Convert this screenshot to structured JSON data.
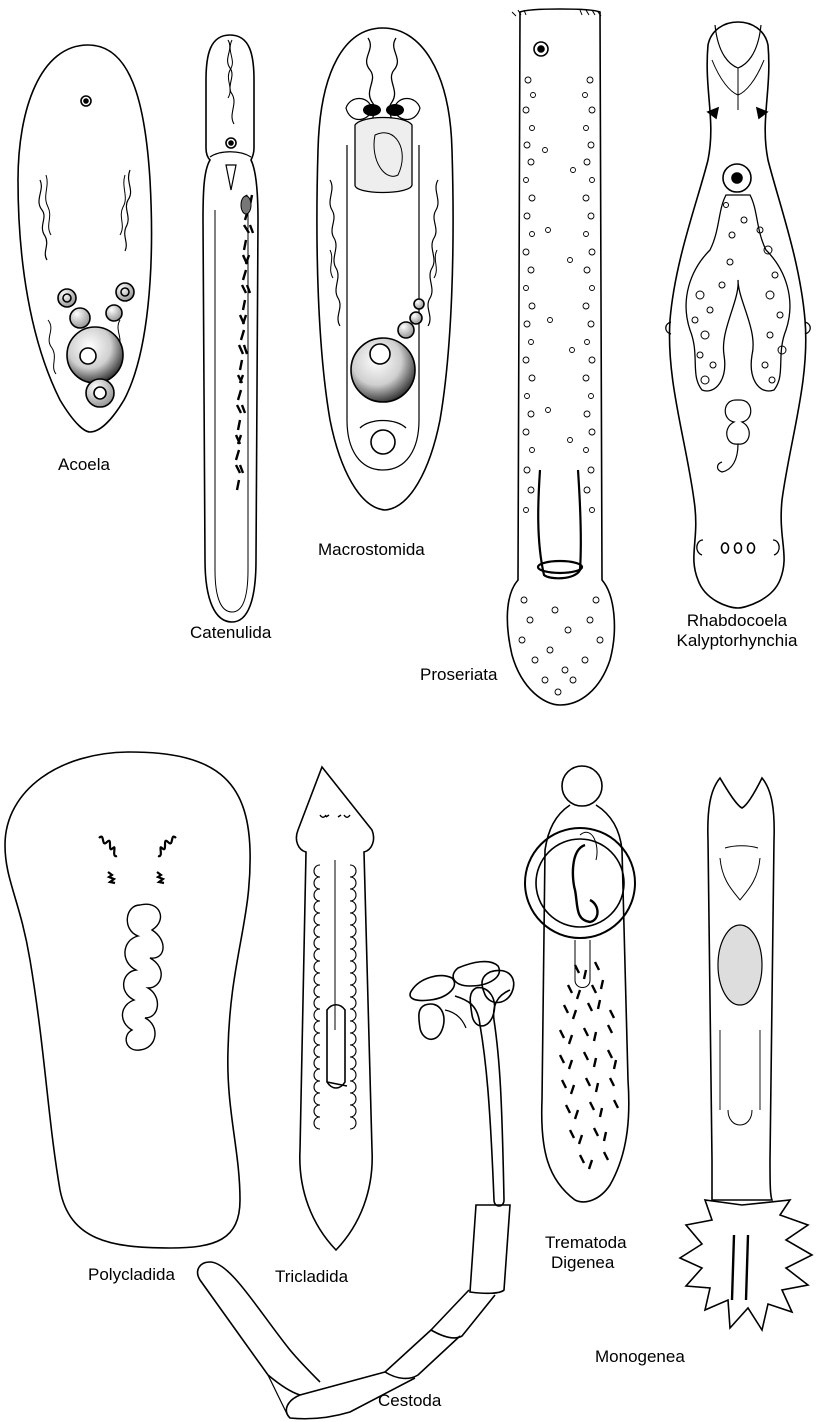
{
  "organisms": {
    "acoela": "Acoela",
    "catenulida": "Catenulida",
    "macrostomida": "Macrostomida",
    "proseriata": "Proseriata",
    "rhabdocoela_1": "Rhabdocoela",
    "rhabdocoela_2": "Kalyptorhynchia",
    "polycladida": "Polycladida",
    "tricladida": "Tricladida",
    "cestoda": "Cestoda",
    "trematoda_1": "Trematoda",
    "trematoda_2": "Digenea",
    "monogenea": "Monogenea"
  },
  "style": {
    "line_color": "#000000",
    "background": "#ffffff"
  }
}
